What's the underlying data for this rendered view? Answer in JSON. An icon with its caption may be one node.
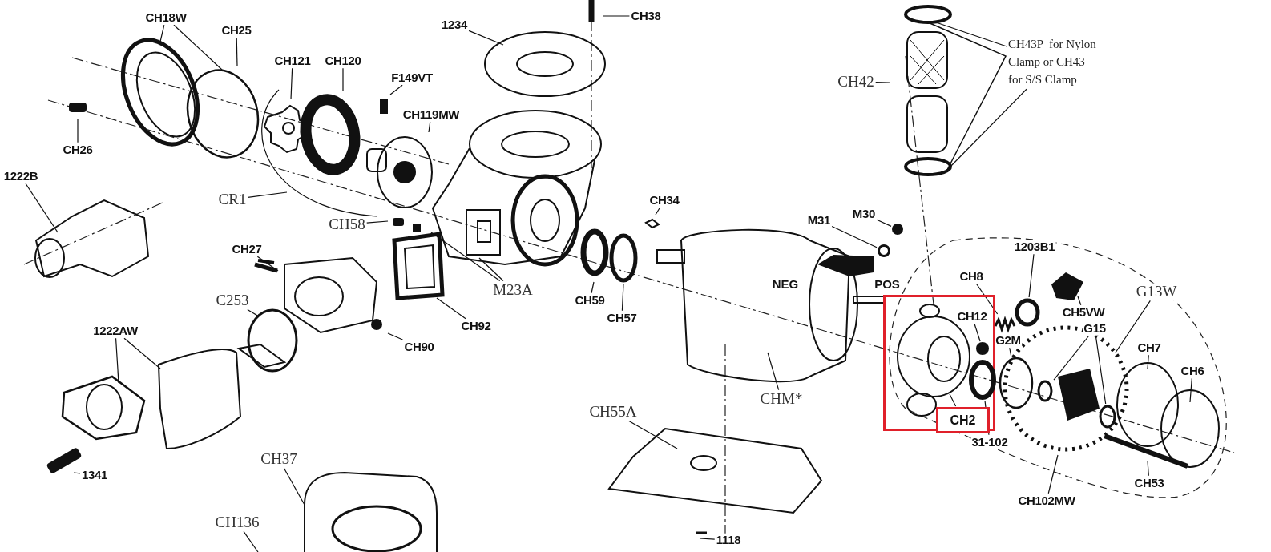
{
  "diagram": {
    "nodes": [
      {
        "text": [
          "CH18W"
        ]
      },
      {
        "text": [
          "CH25"
        ]
      },
      {
        "text": [
          "CH121"
        ]
      },
      {
        "text": [
          "CH120"
        ]
      },
      {
        "text": [
          "F149VT"
        ]
      },
      {
        "text": [
          "CH119MW"
        ]
      },
      {
        "text": [
          "CH26"
        ]
      },
      {
        "text": [
          "CR1"
        ]
      },
      {
        "text": [
          "1222B"
        ]
      },
      {
        "text": [
          "CH58"
        ]
      },
      {
        "text": [
          "CH27"
        ]
      },
      {
        "text": [
          "C253"
        ]
      },
      {
        "text": [
          "1222AW"
        ]
      },
      {
        "text": [
          "CH90"
        ]
      },
      {
        "text": [
          "M23A"
        ]
      },
      {
        "text": [
          "CH92"
        ]
      },
      {
        "text": [
          "1341"
        ]
      },
      {
        "text": [
          "CH37"
        ]
      },
      {
        "text": [
          "CH136"
        ]
      },
      {
        "text": [
          "1234"
        ]
      },
      {
        "text": [
          "CH38"
        ]
      },
      {
        "text": [
          "CH34"
        ]
      },
      {
        "text": [
          "CH59"
        ]
      },
      {
        "text": [
          "CH57"
        ]
      },
      {
        "text": [
          "CH55A"
        ]
      },
      {
        "text": [
          "CHM*"
        ]
      },
      {
        "text": [
          "1118"
        ]
      },
      {
        "text": [
          "M31"
        ]
      },
      {
        "text": [
          "M30"
        ]
      },
      {
        "text": [
          "CH42"
        ]
      },
      {
        "text": [
          "CH43P  for Nylon Clamp or CH43 for S/S Clamp"
        ]
      },
      {
        "text": [
          "CH8"
        ]
      },
      {
        "text": [
          "1203B1"
        ]
      },
      {
        "text": [
          "CH5VW"
        ]
      },
      {
        "text": [
          "G13W"
        ]
      },
      {
        "text": [
          "CH12"
        ],
        "in": 36
      },
      {
        "text": [],
        "shape": "box"
      },
      {
        "text": [
          "CH2"
        ],
        "in": 36
      },
      {
        "text": [
          "31-102"
        ]
      },
      {
        "text": [
          "G2M"
        ]
      },
      {
        "text": [
          "G15"
        ]
      },
      {
        "text": [
          "CH7"
        ]
      },
      {
        "text": [
          "CH6"
        ]
      },
      {
        "text": [
          "CH53"
        ]
      },
      {
        "text": [
          "CH102MW"
        ]
      },
      {
        "text": [],
        "shape": "circle",
        "in": 36
      },
      {
        "text": [],
        "shape": "circle",
        "in": 36
      },
      {
        "text": [],
        "shape": "picture"
      },
      {
        "text": [],
        "shape": "circle"
      },
      {
        "text": [],
        "shape": "circle"
      },
      {
        "text": [],
        "shape": "circle"
      },
      {
        "text": [],
        "shape": "circle"
      },
      {
        "text": [],
        "shape": "circle"
      },
      {
        "text": [],
        "shape": "circle"
      }
    ],
    "edges": [
      {
        "from": 0,
        "to": null,
        "arrow": "none"
      },
      {
        "from": 0,
        "to": null,
        "arrow": "none"
      },
      {
        "from": 1,
        "to": null,
        "arrow": "none"
      },
      {
        "from": 2,
        "to": null,
        "arrow": "none"
      },
      {
        "from": 3,
        "to": null,
        "arrow": "none"
      },
      {
        "from": 4,
        "to": null,
        "arrow": "none"
      },
      {
        "from": 5,
        "to": null,
        "arrow": "none"
      },
      {
        "from": 6,
        "to": null,
        "arrow": "none"
      },
      {
        "from": 7,
        "to": null,
        "arrow": "none"
      },
      {
        "from": 8,
        "to": null,
        "arrow": "none"
      },
      {
        "from": 9,
        "to": null,
        "arrow": "none"
      },
      {
        "from": 10,
        "to": null,
        "arrow": "none"
      },
      {
        "from": 11,
        "to": null,
        "arrow": "none"
      },
      {
        "from": 12,
        "to": null,
        "arrow": "none"
      },
      {
        "from": 12,
        "to": null,
        "arrow": "none"
      },
      {
        "from": 13,
        "to": null,
        "arrow": "none"
      },
      {
        "from": 14,
        "to": null,
        "arrow": "none"
      },
      {
        "from": 14,
        "to": null,
        "arrow": "none"
      },
      {
        "from": 15,
        "to": null,
        "arrow": "none"
      },
      {
        "from": 16,
        "to": null,
        "arrow": "none"
      },
      {
        "from": 17,
        "to": null,
        "arrow": "none"
      },
      {
        "from": 18,
        "to": null,
        "arrow": "none"
      },
      {
        "from": 19,
        "to": null,
        "arrow": "none"
      },
      {
        "from": 20,
        "to": null,
        "arrow": "none"
      },
      {
        "from": 21,
        "to": null,
        "arrow": "none"
      },
      {
        "from": 22,
        "to": null,
        "arrow": "none"
      },
      {
        "from": 23,
        "to": null,
        "arrow": "none"
      },
      {
        "from": 24,
        "to": null,
        "arrow": "none"
      },
      {
        "from": 25,
        "to": null,
        "arrow": "none"
      },
      {
        "from": 26,
        "to": null,
        "arrow": "none"
      },
      {
        "from": 27,
        "to": 50,
        "arrow": "none"
      },
      {
        "from": 28,
        "to": 51,
        "arrow": "none"
      },
      {
        "from": 29,
        "to": null,
        "arrow": "none"
      },
      {
        "from": 30,
        "to": null,
        "arrow": "none"
      },
      {
        "from": 30,
        "to": null,
        "arrow": "none"
      },
      {
        "from": 31,
        "to": 47,
        "arrow": "none"
      },
      {
        "from": 32,
        "to": 48,
        "arrow": "none"
      },
      {
        "from": 33,
        "to": null,
        "arrow": "none"
      },
      {
        "from": 34,
        "to": null,
        "arrow": "none"
      },
      {
        "from": 35,
        "to": 45,
        "arrow": "none"
      },
      {
        "from": 37,
        "to": null,
        "arrow": "none"
      },
      {
        "from": 38,
        "to": 46,
        "arrow": "none"
      },
      {
        "from": 39,
        "to": 49,
        "arrow": "none"
      },
      {
        "from": 40,
        "to": 52,
        "arrow": "none"
      },
      {
        "from": 40,
        "to": 53,
        "arrow": "none"
      },
      {
        "from": 41,
        "to": null,
        "arrow": "none"
      },
      {
        "from": 42,
        "to": null,
        "arrow": "none"
      },
      {
        "from": 43,
        "to": null,
        "arrow": "none"
      },
      {
        "from": 44,
        "to": null,
        "arrow": "none"
      }
    ],
    "labels": [
      "NEG",
      "POS"
    ]
  }
}
